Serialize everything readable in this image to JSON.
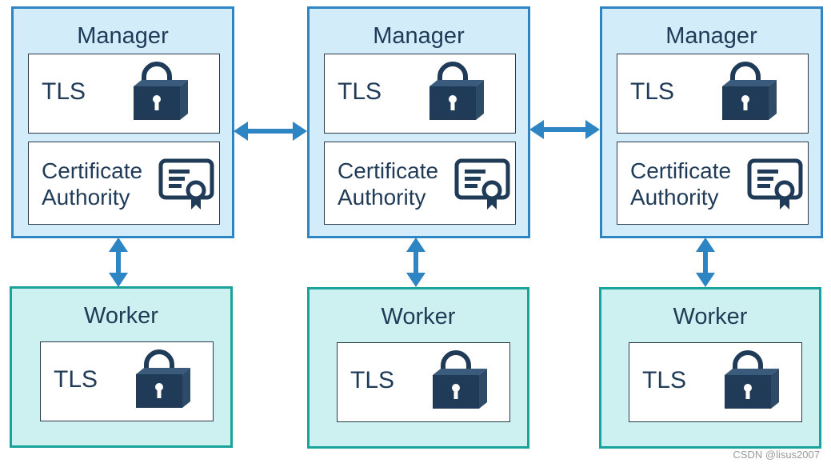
{
  "managers": [
    {
      "title": "Manager",
      "tls_label": "TLS",
      "ca_label_line1": "Certificate",
      "ca_label_line2": "Authority"
    },
    {
      "title": "Manager",
      "tls_label": "TLS",
      "ca_label_line1": "Certificate",
      "ca_label_line2": "Authority"
    },
    {
      "title": "Manager",
      "tls_label": "TLS",
      "ca_label_line1": "Certificate",
      "ca_label_line2": "Authority"
    }
  ],
  "workers": [
    {
      "title": "Worker",
      "tls_label": "TLS"
    },
    {
      "title": "Worker",
      "tls_label": "TLS"
    },
    {
      "title": "Worker",
      "tls_label": "TLS"
    }
  ],
  "icons": {
    "lock": "lock-icon",
    "certificate": "certificate-icon"
  },
  "colors": {
    "manager_fill": "#d3ecfa",
    "manager_border": "#2d86c3",
    "worker_fill": "#cdf1f0",
    "worker_border": "#1aa39b",
    "arrow": "#2d86c3",
    "icon": "#1f3b57",
    "text": "#1f3b57"
  },
  "watermark": "CSDN @lisus2007"
}
